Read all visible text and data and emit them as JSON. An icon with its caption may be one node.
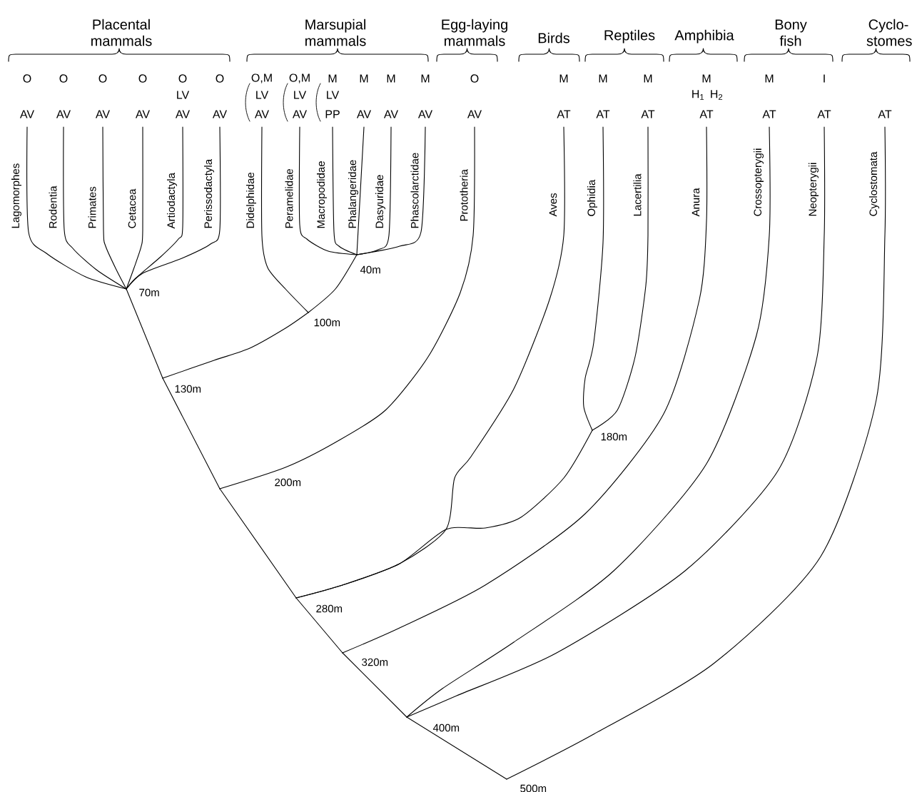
{
  "diagram": {
    "nodes": [
      {
        "text": [
          "Lagomorphes"
        ],
        "beside": [
          "O",
          "AV"
        ]
      },
      {
        "text": [
          "Rodentia"
        ],
        "beside": [
          "O",
          "AV"
        ]
      },
      {
        "text": [
          "Primates"
        ],
        "beside": [
          "O",
          "AV"
        ]
      },
      {
        "text": [
          "Cetacea"
        ],
        "beside": [
          "O",
          "AV"
        ]
      },
      {
        "text": [
          "Artiodactyla"
        ],
        "beside": [
          "O",
          "LV",
          "AV"
        ]
      },
      {
        "text": [
          "Perissodactyla"
        ],
        "beside": [
          "O",
          "AV"
        ]
      },
      {
        "text": [
          "Didelphidae"
        ],
        "beside": [
          "O,M",
          "LV",
          "AV"
        ]
      },
      {
        "text": [
          "Peramelidae"
        ],
        "beside": [
          "O,M",
          "LV",
          "AV"
        ]
      },
      {
        "text": [
          "Macropodidae"
        ],
        "beside": [
          "M",
          "LV",
          "PP"
        ]
      },
      {
        "text": [
          "Phalangeridae"
        ],
        "beside": [
          "M",
          "AV"
        ]
      },
      {
        "text": [
          "Dasyuridae"
        ],
        "beside": [
          "M",
          "AV"
        ]
      },
      {
        "text": [
          "Phascolarctidae"
        ],
        "beside": [
          "M",
          "AV"
        ]
      },
      {
        "text": [
          "Prototheria"
        ],
        "beside": [
          "O",
          "AV"
        ]
      },
      {
        "text": [
          "Aves"
        ],
        "beside": [
          "M",
          "AT"
        ]
      },
      {
        "text": [
          "Ophidia"
        ],
        "beside": [
          "M",
          "AT"
        ]
      },
      {
        "text": [
          "Lacertilia"
        ],
        "beside": [
          "M",
          "AT"
        ]
      },
      {
        "text": [
          "Anura"
        ],
        "beside": [
          "M",
          "H$_{1}$",
          "H$_{2}$",
          "AT"
        ]
      },
      {
        "text": [
          "Crossopterygii"
        ],
        "beside": [
          "M",
          "AT"
        ]
      },
      {
        "text": [
          "Neopterygii"
        ],
        "beside": [
          "I",
          "AT"
        ]
      },
      {
        "text": [
          "Cyclostomata"
        ],
        "beside": [
          "AT"
        ]
      },
      {
        "text": [
          "40m"
        ]
      },
      {
        "text": [
          "70m"
        ]
      },
      {
        "text": [
          "100m"
        ]
      },
      {
        "text": [
          "130m"
        ]
      },
      {
        "text": [
          "180m"
        ]
      },
      {
        "text": [
          "200m"
        ]
      },
      {
        "text": [
          "280m"
        ]
      },
      {
        "text": [
          "320m"
        ]
      },
      {
        "text": [
          "400m"
        ]
      },
      {
        "text": [
          "500m"
        ]
      }
    ],
    "edges": [
      {
        "from": 21,
        "to": 0,
        "arrow": "none"
      },
      {
        "from": 21,
        "to": 1,
        "arrow": "none"
      },
      {
        "from": 21,
        "to": 2,
        "arrow": "none"
      },
      {
        "from": 21,
        "to": 3,
        "arrow": "none"
      },
      {
        "from": 21,
        "to": 4,
        "arrow": "none"
      },
      {
        "from": 21,
        "to": 5,
        "arrow": "none"
      },
      {
        "from": 22,
        "to": 6,
        "arrow": "none"
      },
      {
        "from": 20,
        "to": 7,
        "arrow": "none"
      },
      {
        "from": 20,
        "to": 8,
        "arrow": "none"
      },
      {
        "from": 20,
        "to": 9,
        "arrow": "none"
      },
      {
        "from": 20,
        "to": 10,
        "arrow": "none"
      },
      {
        "from": 20,
        "to": 11,
        "arrow": "none"
      },
      {
        "from": 22,
        "to": 20,
        "arrow": "none"
      },
      {
        "from": 23,
        "to": 21,
        "arrow": "none"
      },
      {
        "from": 23,
        "to": 22,
        "arrow": "none"
      },
      {
        "from": 25,
        "to": 23,
        "arrow": "none"
      },
      {
        "from": 25,
        "to": 12,
        "arrow": "none"
      },
      {
        "from": 26,
        "to": 25,
        "arrow": "none"
      },
      {
        "from": 26,
        "to": 13,
        "arrow": "none"
      },
      {
        "from": 26,
        "to": 24,
        "arrow": "none"
      },
      {
        "from": 24,
        "to": 14,
        "arrow": "none"
      },
      {
        "from": 24,
        "to": 15,
        "arrow": "none"
      },
      {
        "from": 27,
        "to": 26,
        "arrow": "none"
      },
      {
        "from": 27,
        "to": 16,
        "arrow": "none"
      },
      {
        "from": 28,
        "to": 27,
        "arrow": "none"
      },
      {
        "from": 28,
        "to": 17,
        "arrow": "none"
      },
      {
        "from": 28,
        "to": 18,
        "arrow": "none"
      },
      {
        "from": 29,
        "to": 28,
        "arrow": "none"
      },
      {
        "from": 29,
        "to": 19,
        "arrow": "none"
      }
    ],
    "labels": [
      "Placental mammals",
      "Marsupial mammals",
      "Egg-laying mammals",
      "Birds",
      "Reptiles",
      "Amphibia",
      "Bony fish",
      "Cyclo-stomes"
    ]
  }
}
